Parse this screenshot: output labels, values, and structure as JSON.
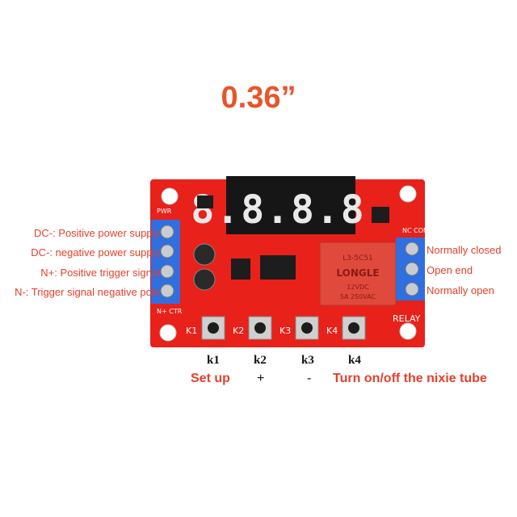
{
  "title": "0.36”",
  "display": {
    "digits": "8.8.8.8."
  },
  "left_labels": [
    "DC-: Positive power supply",
    "DC-: negative power supply",
    "N+: Positive trigger signal",
    "N-: Trigger signal negative pole"
  ],
  "right_labels": [
    "Normally closed",
    "Open end",
    "Normally open"
  ],
  "keys": [
    "k1",
    "k2",
    "k3",
    "k4"
  ],
  "key_functions": [
    "Set up",
    "+",
    "-",
    "Turn on/off the nixie tube"
  ],
  "board": {
    "button_labels": [
      "K1",
      "K2",
      "K3",
      "K4"
    ],
    "relay_label": "RELAY",
    "relay_text": [
      "LONGLE",
      "L3-5C51",
      "12VDC",
      "5A 250VAC"
    ],
    "terminal_left_text": "PWR",
    "terminal_left_bottom": "N+ CTR",
    "terminal_right_text": "NC COM"
  },
  "colors": {
    "board": "#e8211a",
    "terminal": "#2f6fe0",
    "label": "#e5402a",
    "title": "#e8552a"
  }
}
